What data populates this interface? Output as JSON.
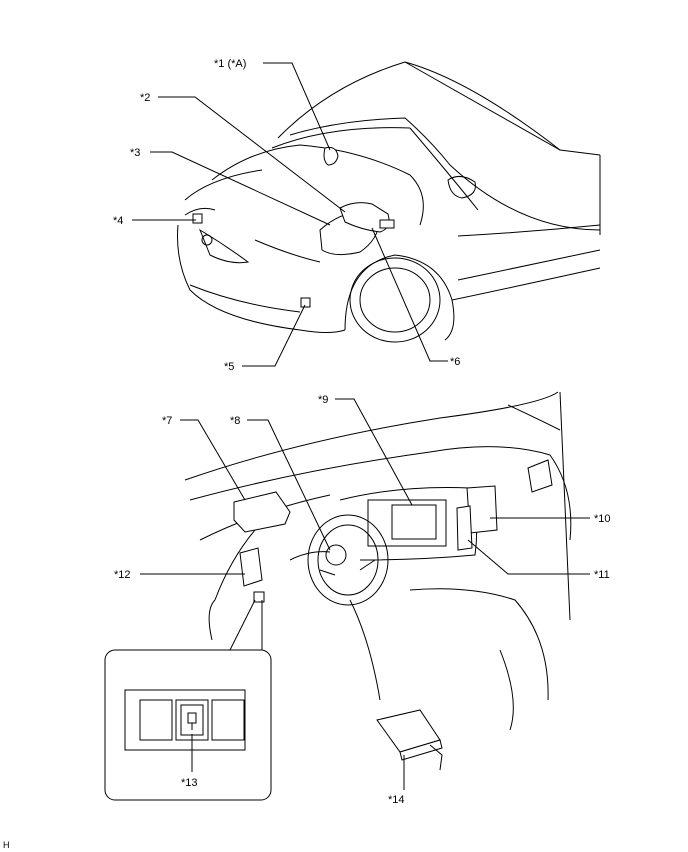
{
  "callouts": {
    "c1": "*1 (*A)",
    "c2": "*2",
    "c3": "*3",
    "c4": "*4",
    "c5": "*5",
    "c6": "*6",
    "c7": "*7",
    "c8": "*8",
    "c9": "*9",
    "c10": "*10",
    "c11": "*11",
    "c12": "*12",
    "c13": "*13",
    "c14": "*14"
  },
  "corner_mark": "H"
}
